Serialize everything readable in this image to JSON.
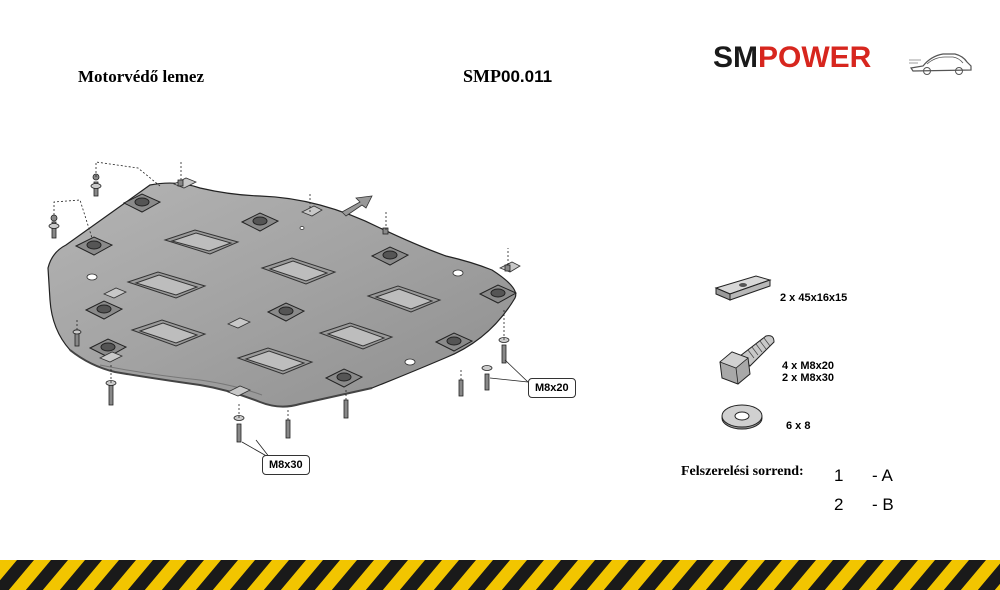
{
  "header": {
    "title": "Motorvédő lemez",
    "code_prefix": "SMP",
    "code_number": "00.011"
  },
  "logo": {
    "part1": "SM",
    "part2": "POWER",
    "color_dark": "#1a1a1a",
    "color_accent": "#d7261e"
  },
  "diagram": {
    "callouts": [
      {
        "label": "M8x20"
      },
      {
        "label": "M8x30"
      }
    ]
  },
  "parts": [
    {
      "icon": "spacer-block-icon",
      "label": "2  x 45x16x15"
    },
    {
      "icon": "bolt-icon",
      "label_lines": [
        "4  x M8x20",
        "2  x M8x30"
      ]
    },
    {
      "icon": "washer-icon",
      "label": "6   x   8"
    }
  ],
  "sequence": {
    "label": "Felszerelési sorrend:",
    "items": [
      {
        "num": "1",
        "letter": "- A"
      },
      {
        "num": "2",
        "letter": "- B"
      }
    ]
  },
  "colors": {
    "hazard_yellow": "#f2c500",
    "hazard_black": "#1a1a1a"
  }
}
